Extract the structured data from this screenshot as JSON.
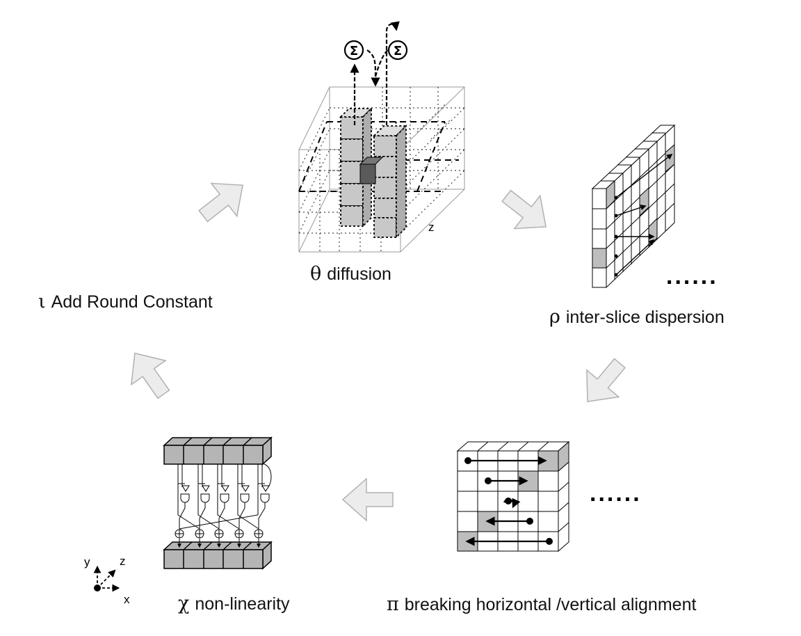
{
  "steps": {
    "theta": {
      "symbol": "θ",
      "label": "diffusion"
    },
    "rho": {
      "symbol": "ρ",
      "label": "inter-slice dispersion"
    },
    "pi": {
      "symbol": "π",
      "label": "breaking horizontal /vertical alignment"
    },
    "chi": {
      "symbol": "χ",
      "label": "non-linearity"
    },
    "iota": {
      "symbol": "ι",
      "label": "Add Round Constant"
    }
  },
  "theta_figure": {
    "z_axis_label": "z",
    "sum_symbol": "Σ"
  },
  "continuation": "......",
  "axes": {
    "x": "x",
    "y": "y",
    "z": "z"
  },
  "colors": {
    "arrow_fill": "#ececec",
    "arrow_stroke": "#b0b0b0",
    "shaded_cell": "#bdbdbd",
    "line": "#000000"
  }
}
